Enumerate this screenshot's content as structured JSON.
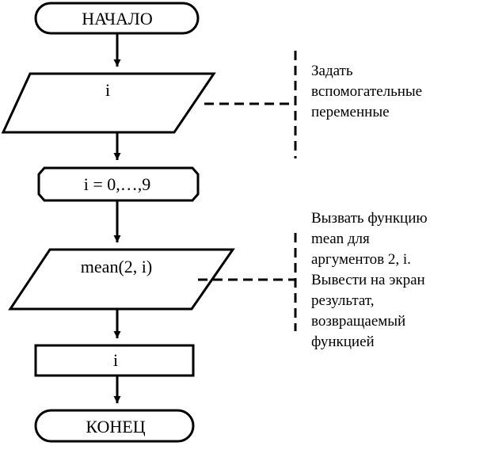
{
  "nodes": {
    "start": "НАЧАЛО",
    "input": "i",
    "loop": "i = 0,…,9",
    "call": "mean(2, i)",
    "output": "i",
    "end": "КОНЕЦ"
  },
  "notes": {
    "input_note": [
      "Задать",
      "вспомогательные",
      "переменные"
    ],
    "call_note": [
      "Вызвать функцию",
      "mean для",
      "аргументов 2, i.",
      "Вывести на экран",
      "результат,",
      "возвращаемый",
      "функцией"
    ]
  }
}
